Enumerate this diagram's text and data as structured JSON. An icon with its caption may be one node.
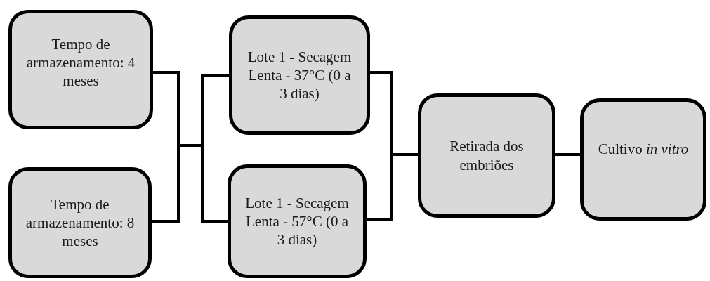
{
  "diagram": {
    "nodes": [
      {
        "text": [
          "Tempo de armazenamento: 4 meses"
        ]
      },
      {
        "text": [
          "Tempo de armazenamento: 8 meses"
        ]
      },
      {
        "text": [
          "Lote 1 - Secagem Lenta - 37°C (0 a 3 dias)"
        ]
      },
      {
        "text": [
          "Lote 1 - Secagem Lenta - 57°C (0 a 3 dias)"
        ]
      },
      {
        "text": [
          "Retirada dos embriões"
        ]
      },
      {
        "text": [
          "Cultivo *in vitro*"
        ]
      }
    ],
    "edges": [
      {
        "from": 0,
        "to": 2,
        "arrow": "none"
      },
      {
        "from": 0,
        "to": 3,
        "arrow": "none"
      },
      {
        "from": 1,
        "to": 2,
        "arrow": "none"
      },
      {
        "from": 1,
        "to": 3,
        "arrow": "none"
      },
      {
        "from": 2,
        "to": 4,
        "arrow": "none"
      },
      {
        "from": 3,
        "to": 4,
        "arrow": "none"
      },
      {
        "from": 4,
        "to": 5,
        "arrow": "none"
      }
    ]
  }
}
